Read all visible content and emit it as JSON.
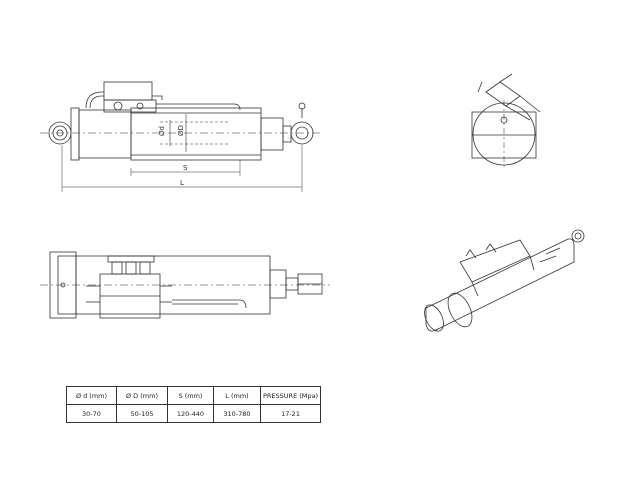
{
  "dimensions": {
    "d_label": "Ød",
    "D_label": "ØD",
    "stroke_label": "S",
    "length_label": "L"
  },
  "spec_table": {
    "headers": [
      "Ø d (mm)",
      "Ø D (mm)",
      "S (mm)",
      "L (mm)",
      "PRESSURE (Mpa)"
    ],
    "values": [
      "30-70",
      "50-105",
      "120-440",
      "310-780",
      "17-21"
    ]
  },
  "colors": {
    "line": "#333333",
    "background": "#ffffff"
  }
}
